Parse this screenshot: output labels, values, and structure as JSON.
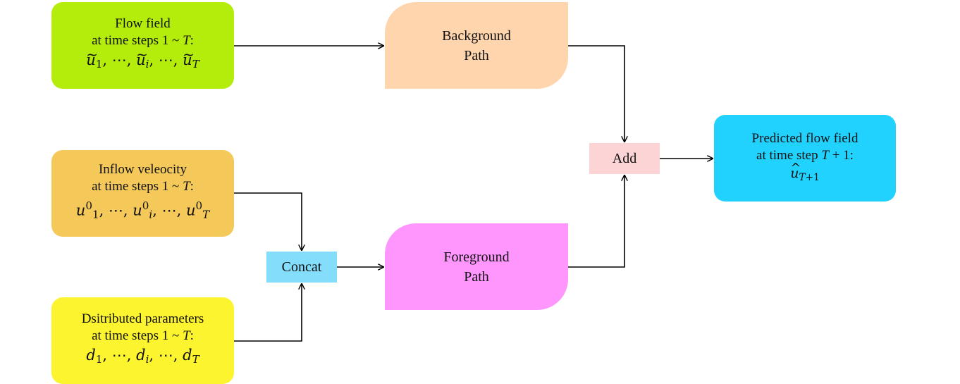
{
  "nodes": {
    "flow_field": {
      "line1": "Flow field",
      "line2_prefix": "at time steps 1 ~ ",
      "line2_var": "T",
      "line2_suffix": ":",
      "math": {
        "symbol": "u",
        "accent": "tilde",
        "terms": [
          "1",
          "i",
          "T"
        ],
        "separator": ", ⋯, "
      }
    },
    "inflow_velocity": {
      "line1": "Inflow veleocity",
      "line2_prefix": "at time steps 1 ~ ",
      "line2_var": "T",
      "line2_suffix": ":",
      "math": {
        "symbol": "u",
        "superscript": "0",
        "terms": [
          "1",
          "i",
          "T"
        ],
        "separator": ", ⋯, "
      }
    },
    "distributed_params": {
      "line1": "Dsitributed parameters",
      "line2_prefix": "at time steps 1 ~ ",
      "line2_var": "T",
      "line2_suffix": ":",
      "math": {
        "symbol": "d",
        "terms": [
          "1",
          "i",
          "T"
        ],
        "separator": ", ⋯, "
      }
    },
    "background_path": {
      "line1": "Background",
      "line2": "Path"
    },
    "foreground_path": {
      "line1": "Foreground",
      "line2": "Path"
    },
    "concat": {
      "label": "Concat"
    },
    "add": {
      "label": "Add"
    },
    "predicted": {
      "line1": "Predicted flow field",
      "line2_prefix": "at time step ",
      "line2_var": "T",
      "line2_suffix": " + 1:",
      "math": {
        "symbol": "u",
        "accent": "hat",
        "sub_var": "T",
        "sub_rest": "+1"
      }
    }
  },
  "edges": [
    {
      "from": "flow_field",
      "to": "background_path"
    },
    {
      "from": "background_path",
      "to": "add"
    },
    {
      "from": "inflow_velocity",
      "to": "concat"
    },
    {
      "from": "distributed_params",
      "to": "concat"
    },
    {
      "from": "concat",
      "to": "foreground_path"
    },
    {
      "from": "foreground_path",
      "to": "add"
    },
    {
      "from": "add",
      "to": "predicted"
    }
  ]
}
